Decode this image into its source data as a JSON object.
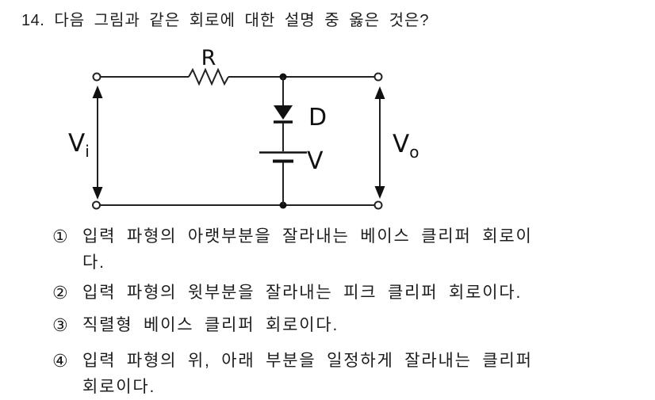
{
  "page": {
    "background_color": "#ffffff",
    "ink_color": "#1c1c1c"
  },
  "question": {
    "number": "14.",
    "text": "다음 그림과 같은 회로에 대한 설명 중 옳은 것은?"
  },
  "circuit": {
    "resistor_label": "R",
    "diode_label": "D",
    "battery_label": "V",
    "input_voltage": {
      "base": "V",
      "sub": "i"
    },
    "output_voltage": {
      "base": "V",
      "sub": "o"
    }
  },
  "choices": [
    {
      "marker": "①",
      "lines": [
        "입력 파형의 아랫부분을 잘라내는 베이스 클리퍼 회로이",
        "다."
      ]
    },
    {
      "marker": "②",
      "lines": [
        "입력 파형의 윗부분을 잘라내는 피크 클리퍼 회로이다."
      ]
    },
    {
      "marker": "③",
      "lines": [
        "직렬형 베이스 클리퍼 회로이다."
      ]
    },
    {
      "marker": "④",
      "lines": [
        "입력 파형의 위, 아래 부분을 일정하게 잘라내는 클리퍼",
        "회로이다."
      ]
    }
  ]
}
